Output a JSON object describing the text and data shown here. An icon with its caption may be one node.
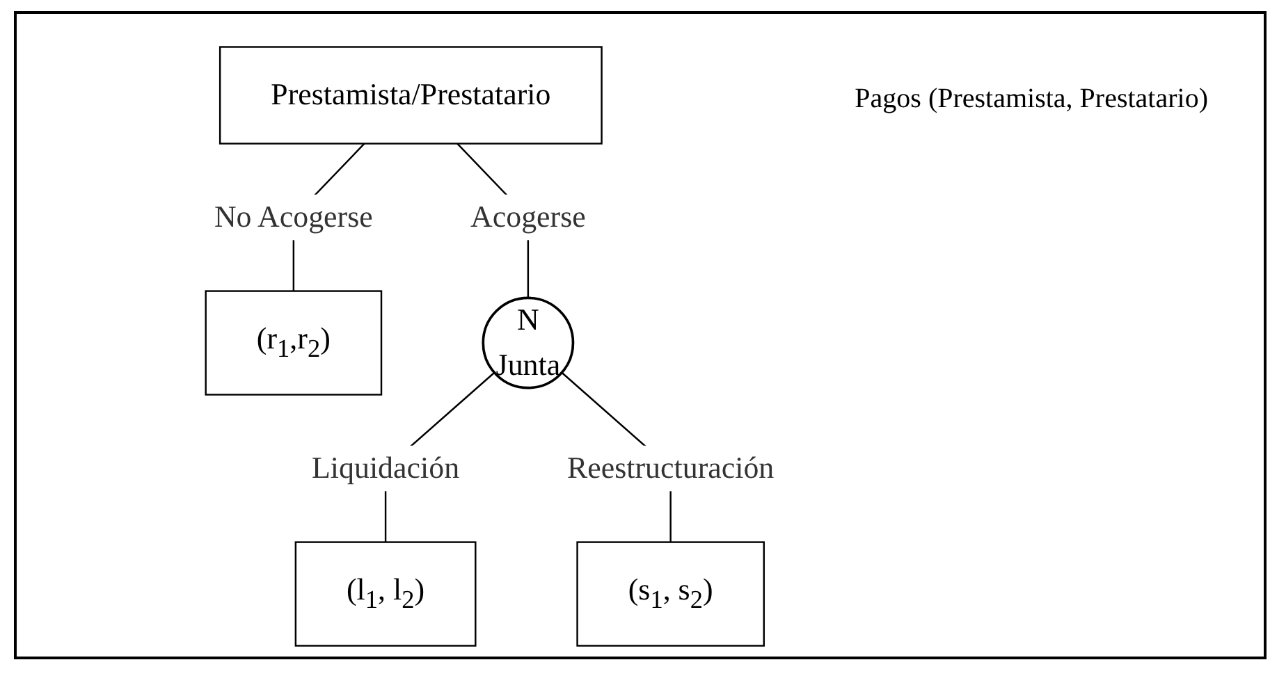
{
  "diagram": {
    "nodes": [
      {
        "text": [
          "Prestamista/Prestatario"
        ]
      },
      {
        "text": [
          "(r$_{1}$,r$_{2}$)"
        ]
      },
      {
        "text": [
          "N",
          "Junta"
        ]
      },
      {
        "text": [
          "(l$_{1}$, l$_{2}$)"
        ]
      },
      {
        "text": [
          "(s$_{1}$, s$_{2}$)"
        ]
      }
    ],
    "edges": [
      {
        "from": 0,
        "to": 1,
        "arrow": "none",
        "label": "No Acogerse"
      },
      {
        "from": 0,
        "to": 2,
        "arrow": "none",
        "label": "Acogerse"
      },
      {
        "from": 2,
        "to": 3,
        "arrow": "none",
        "label": "Liquidación"
      },
      {
        "from": 2,
        "to": 4,
        "arrow": "none",
        "label": "Reestructuración"
      }
    ],
    "labels": [
      "Pagos (Prestamista, Prestatario)"
    ]
  }
}
